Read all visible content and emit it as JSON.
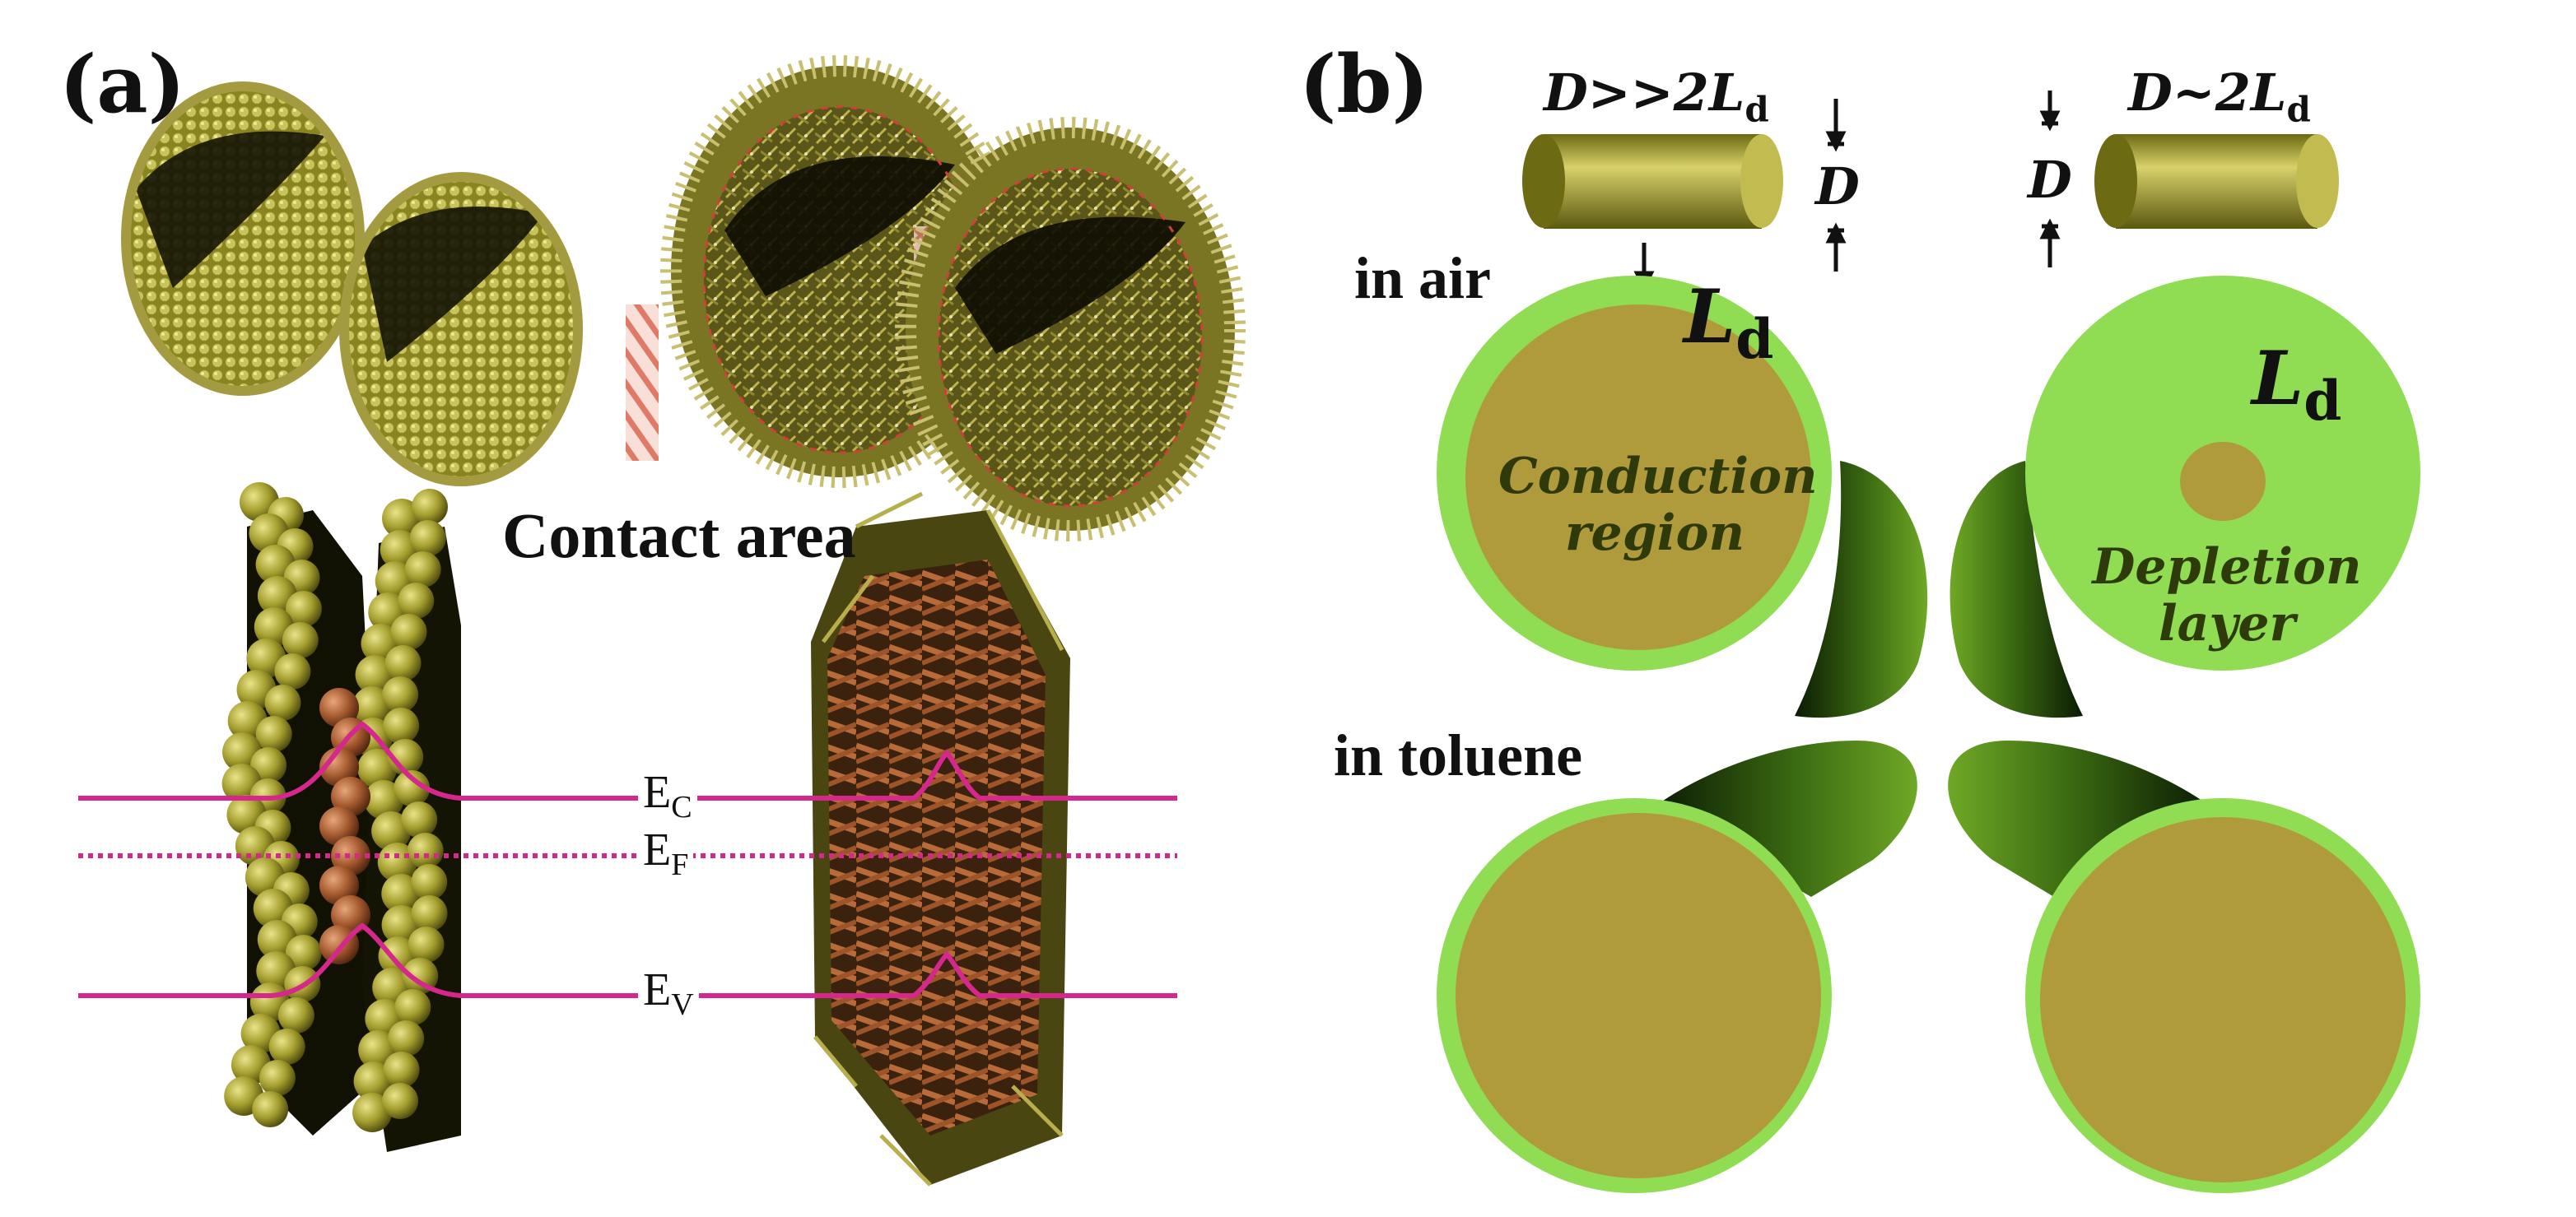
{
  "panel_a": {
    "label": "(a)",
    "contact_area": "Contact area",
    "band_ec": "E",
    "band_ec_sub": "C",
    "band_ef": "E",
    "band_ef_sub": "F",
    "band_ev": "E",
    "band_ev_sub": "V"
  },
  "panel_b": {
    "label": "(b)",
    "dim_left": "D>>2L",
    "dim_left_sub": "d",
    "dim_right": "D~2L",
    "dim_right_sub": "d",
    "d_symbol": "D",
    "ld_symbol": "L",
    "ld_sub": "d",
    "in_air": "in air",
    "in_toluene": "in toluene",
    "conduction_line1": "Conduction",
    "conduction_line2": "region",
    "depletion_line1": "Depletion",
    "depletion_line2": "layer"
  },
  "colors": {
    "olive": "#9a9428",
    "olive_dark": "#5c5a12",
    "shell_green": "#90dc52",
    "cylinder_dark": "#2f5c0c",
    "core": "#b09b3c",
    "band_line": "#d6288c",
    "hatch": "#e07a66",
    "brown": "#a55a2e"
  }
}
